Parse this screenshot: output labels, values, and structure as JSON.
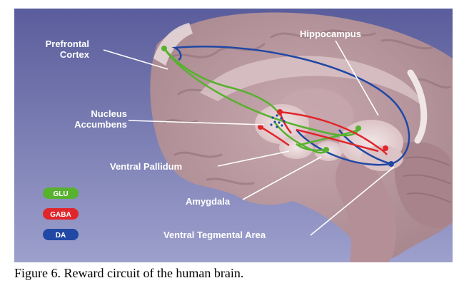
{
  "labels": {
    "prefrontal_cortex_line1": "Prefrontal",
    "prefrontal_cortex_line2": "Cortex",
    "hippocampus": "Hippocampus",
    "nucleus_accumbens_line1": "Nucleus",
    "nucleus_accumbens_line2": "Accumbens",
    "ventral_pallidum": "Ventral Pallidum",
    "amygdala": "Amygdala",
    "ventral_tegmental_area": "Ventral Tegmental Area"
  },
  "legend": [
    {
      "label": "GLU",
      "color": "#58b12f"
    },
    {
      "label": "GABA",
      "color": "#e0262b"
    },
    {
      "label": "DA",
      "color": "#2048a4"
    }
  ],
  "caption": "Figure 6. Reward circuit of the human brain.",
  "colors": {
    "background_top": "#5a5d9b",
    "background_bottom": "#9da0cc",
    "brain": "#b8979e",
    "brain_highlight": "#d9c2c5",
    "pathway_glu": "#58b12f",
    "pathway_gaba": "#e0262b",
    "pathway_da": "#2048a4"
  }
}
